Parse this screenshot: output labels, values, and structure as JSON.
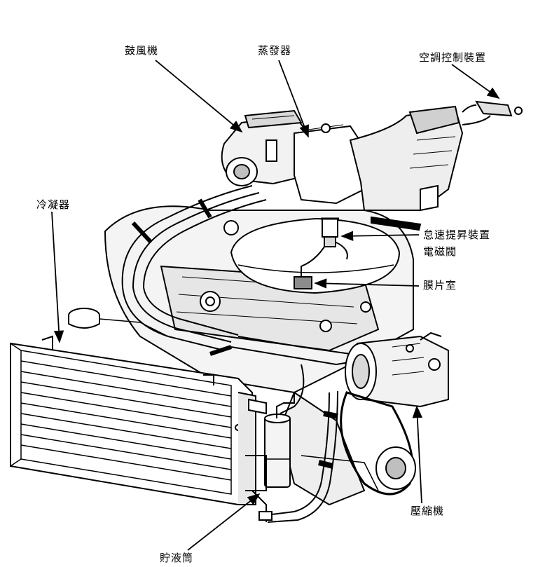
{
  "diagram": {
    "labels": {
      "blower": "鼓風機",
      "evaporator": "蒸發器",
      "ac_control": "空調控制裝置",
      "condenser": "冷凝器",
      "idle_up": "怠速提昇裝置",
      "solenoid_valve": "電磁閥",
      "diaphragm": "膜片室",
      "compressor": "壓縮機",
      "receiver": "貯液筒"
    },
    "colors": {
      "ink": "#000000",
      "paper": "#ffffff",
      "shade": "#d9d9d9"
    }
  }
}
